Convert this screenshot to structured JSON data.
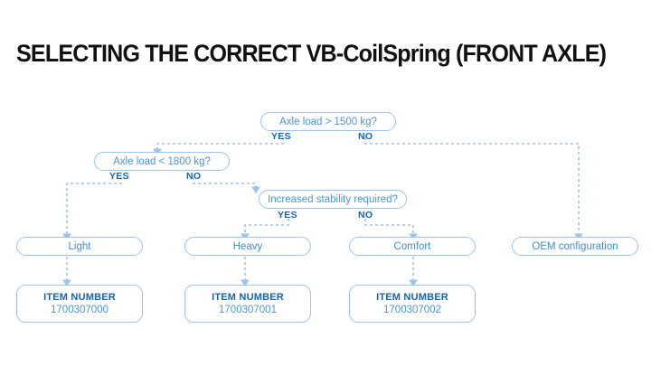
{
  "page": {
    "title": "SELECTING THE CORRECT VB-CoilSpring (FRONT AXLE)",
    "background_color": "#ffffff",
    "accent_color": "#4d94d6",
    "label_color": "#1464b4",
    "border_color": "#9ec4e8"
  },
  "flow": {
    "type": "decision-flowchart",
    "decisions": [
      {
        "id": "axle-load-1500",
        "question": "Axle load > 1500 kg?",
        "yes_label": "YES",
        "no_label": "NO",
        "yes_target": "axle-load-1800",
        "no_target": "oem-configuration"
      },
      {
        "id": "axle-load-1800",
        "question": "Axle load < 1800 kg?",
        "yes_label": "YES",
        "no_label": "NO",
        "yes_target": "light",
        "no_target": "increased-stability"
      },
      {
        "id": "increased-stability",
        "question": "Increased stability required?",
        "yes_label": "YES",
        "no_label": "NO",
        "yes_target": "heavy",
        "no_target": "comfort"
      }
    ],
    "outcomes": [
      {
        "id": "light",
        "label": "Light"
      },
      {
        "id": "heavy",
        "label": "Heavy"
      },
      {
        "id": "comfort",
        "label": "Comfort"
      },
      {
        "id": "oem-configuration",
        "label": "OEM configuration"
      }
    ],
    "item_numbers": [
      {
        "id": "item-light",
        "label": "ITEM NUMBER",
        "value": "1700307000",
        "source": "light"
      },
      {
        "id": "item-heavy",
        "label": "ITEM NUMBER",
        "value": "1700307001",
        "source": "heavy"
      },
      {
        "id": "item-comfort",
        "label": "ITEM NUMBER",
        "value": "1700307002",
        "source": "comfort"
      }
    ]
  }
}
